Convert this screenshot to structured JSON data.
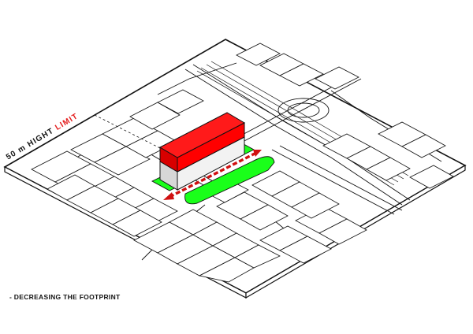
{
  "annotations": {
    "height_label_prefix": "50 m HIGHT",
    "height_label_limit": "LIMIT",
    "caption": "- DECREASING THE FOOTPRINT"
  },
  "colors": {
    "building_top": "#ff0000",
    "building_side": "#d80000",
    "building_wall_light": "#f2f2f2",
    "building_wall_shade": "#d7d7d7",
    "footprint_green": "#1aff1a",
    "arrow": "#d01010",
    "linework": "#111111",
    "ground": "#ffffff"
  },
  "icons": [
    "double-arrow-icon"
  ]
}
